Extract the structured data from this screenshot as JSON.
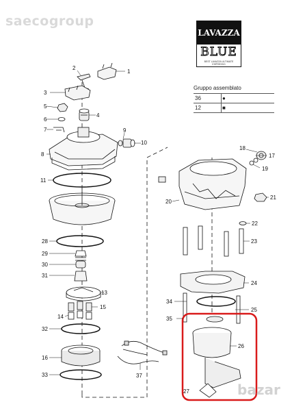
{
  "watermark": "saecogroup",
  "logo": {
    "brand": "LAVAZZA",
    "product": "BLUE",
    "tagline": "BEST LAVAZZA ULTIMATE ESPRESSO"
  },
  "legend": {
    "title": "Gruppo assemblato",
    "rows": [
      {
        "num": "36",
        "symbol": "●"
      },
      {
        "num": "12",
        "symbol": "■"
      }
    ]
  },
  "callouts": {
    "n1": "1",
    "n2": "2",
    "n3": "3",
    "n4": "4",
    "n5": "5",
    "n6": "6",
    "n7": "7",
    "n8": "8",
    "n9": "9",
    "n10": "10",
    "n11": "11",
    "n13": "13",
    "n14": "14",
    "n15": "15",
    "n16": "16",
    "n17": "17",
    "n18": "18",
    "n19": "19",
    "n20": "20",
    "n21": "21",
    "n22": "22",
    "n23": "23",
    "n24": "24",
    "n25": "25",
    "n26": "26",
    "n27": "27",
    "n28": "28",
    "n29": "29",
    "n30": "30",
    "n31": "31",
    "n32": "32",
    "n33": "33",
    "n34": "34",
    "n35": "35",
    "n37": "37"
  },
  "badge": "bazar"
}
